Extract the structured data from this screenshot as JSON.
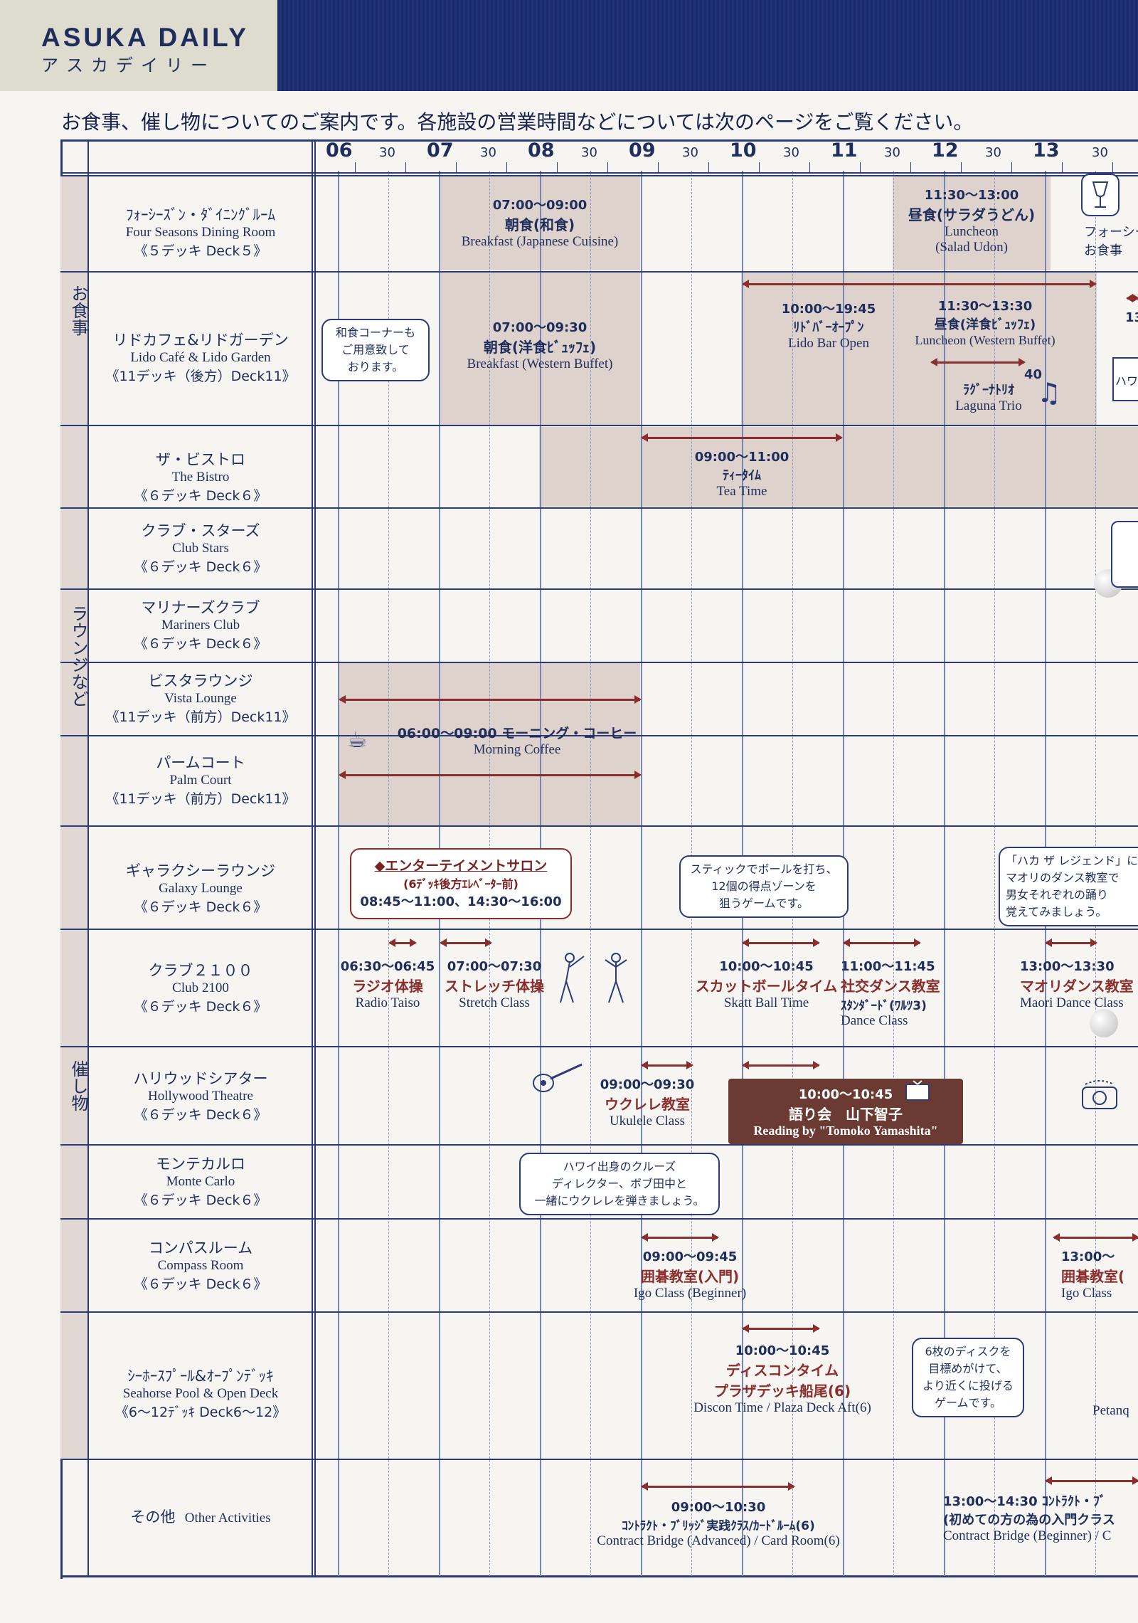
{
  "header": {
    "brand_title": "ASUKA DAILY",
    "brand_sub": "アスカデイリー"
  },
  "intro": "お食事、催し物についてのご案内です。各施設の営業時間などについては次のページをご覧ください。",
  "timeline": {
    "hours": [
      "06",
      "07",
      "08",
      "09",
      "10",
      "11",
      "12",
      "13"
    ],
    "half": "30"
  },
  "categories": {
    "dining": "お食事",
    "lounge": "ラウンジなど",
    "events": "催し物"
  },
  "venues": [
    {
      "ja": "ﾌｫｰｼｰｽﾞﾝ・ﾀﾞｲﾆﾝｸﾞﾙｰﾑ",
      "en": "Four Seasons Dining Room",
      "deck": "《５デッキ Deck５》"
    },
    {
      "ja": "リドカフェ&リドガーデン",
      "en": "Lido Café & Lido Garden",
      "deck": "《11デッキ（後方）Deck11》"
    },
    {
      "ja": "ザ・ビストロ",
      "en": "The Bistro",
      "deck": "《６デッキ Deck６》"
    },
    {
      "ja": "クラブ・スターズ",
      "en": "Club Stars",
      "deck": "《６デッキ Deck６》"
    },
    {
      "ja": "マリナーズクラブ",
      "en": "Mariners Club",
      "deck": "《６デッキ Deck６》"
    },
    {
      "ja": "ビスタラウンジ",
      "en": "Vista Lounge",
      "deck": "《11デッキ（前方）Deck11》"
    },
    {
      "ja": "パームコート",
      "en": "Palm Court",
      "deck": "《11デッキ（前方）Deck11》"
    },
    {
      "ja": "ギャラクシーラウンジ",
      "en": "Galaxy Lounge",
      "deck": "《６デッキ Deck６》"
    },
    {
      "ja": "クラブ２１００",
      "en": "Club 2100",
      "deck": "《６デッキ Deck６》"
    },
    {
      "ja": "ハリウッドシアター",
      "en": "Hollywood Theatre",
      "deck": "《６デッキ Deck６》"
    },
    {
      "ja": "モンテカルロ",
      "en": "Monte Carlo",
      "deck": "《６デッキ Deck６》"
    },
    {
      "ja": "コンパスルーム",
      "en": "Compass Room",
      "deck": "《６デッキ Deck６》"
    },
    {
      "ja": "ｼｰﾎｰｽﾌﾟｰﾙ&ｵｰﾌﾟﾝﾃﾞｯｷ",
      "en": "Seahorse Pool & Open Deck",
      "deck": "《6～12ﾃﾞｯｷ Deck6～12》"
    },
    {
      "ja": "その他",
      "en": "Other Activities",
      "deck": ""
    }
  ],
  "events": {
    "fs_breakfast": {
      "time": "07:00～09:00",
      "ja": "朝食(和食)",
      "en": "Breakfast (Japanese Cuisine)"
    },
    "fs_lunch": {
      "time": "11:30～13:00",
      "ja": "昼食(サラダうどん)",
      "en": "Luncheon",
      "en2": "(Salad Udon)"
    },
    "fs_edge": {
      "l1": "フォーシー",
      "l2": "お食事"
    },
    "lido_note": {
      "l1": "和食コーナーも",
      "l2": "ご用意致して",
      "l3": "おります。"
    },
    "lido_breakfast": {
      "time": "07:00～09:30",
      "ja": "朝食(洋食ﾋﾞｭｯﾌｪ)",
      "en": "Breakfast (Western Buffet)"
    },
    "lido_bar": {
      "time": "10:00～19:45",
      "ja": "ﾘﾄﾞﾊﾞｰｵｰﾌﾟﾝ",
      "en": "Lido Bar Open"
    },
    "lido_lunch": {
      "time": "11:30～13:30",
      "ja": "昼食(洋食ﾋﾞｭｯﾌｪ)",
      "en": "Luncheon (Western Buffet)"
    },
    "laguna": {
      "num": "40",
      "ja": "ﾗｸﾞｰﾅﾄﾘｵ",
      "en": "Laguna Trio"
    },
    "lido_edge": {
      "l1": "13",
      "l2": "ハワ"
    },
    "tea": {
      "time": "09:00～11:00",
      "ja": "ﾃｨｰﾀｲﾑ",
      "en": "Tea Time"
    },
    "coffee": {
      "time": "06:00～09:00",
      "ja": "モーニング・コーヒー",
      "en": "Morning  Coffee"
    },
    "salon": {
      "title": "◆エンターテイメントサロン",
      "sub": "(6ﾃﾞｯｷ後方ｴﾚﾍﾞｰﾀｰ前)",
      "times": "08:45～11:00、14:30～16:00"
    },
    "skatt_note": {
      "l1": "スティックでボールを打ち、",
      "l2": "12個の得点ゾーンを",
      "l3": "狙うゲームです。"
    },
    "haka_note": {
      "l1": "「ハカ ザ レジェンド」に",
      "l2": "マオリのダンス教室で",
      "l3": "男女それぞれの踊り",
      "l4": "覚えてみましょう。"
    },
    "radio": {
      "time": "06:30～06:45",
      "ja": "ラジオ体操",
      "en": "Radio Taiso"
    },
    "stretch": {
      "time": "07:00～07:30",
      "ja": "ストレッチ体操",
      "en": "Stretch Class"
    },
    "skatt": {
      "time": "10:00～10:45",
      "ja": "スカットボールタイム",
      "en": "Skatt Ball Time"
    },
    "dance": {
      "time": "11:00～11:45",
      "ja": "社交ダンス教室",
      "ja2": "ｽﾀﾝﾀﾞｰﾄﾞ(ﾜﾙﾂ3)",
      "en": "Dance Class"
    },
    "maori": {
      "time": "13:00～13:30",
      "ja": "マオリダンス教室",
      "en": "Maori Dance Class"
    },
    "ukulele": {
      "time": "09:00～09:30",
      "ja": "ウクレレ教室",
      "en": "Ukulele Class"
    },
    "reading": {
      "time": "10:00～10:45",
      "ja": "語り会　山下智子",
      "en": "Reading by \"Tomoko Yamashita\""
    },
    "ukulele_note": {
      "l1": "ハワイ出身のクルーズ",
      "l2": "ディレクター、ボブ田中と",
      "l3": "一緒にウクレレを弾きましょう。"
    },
    "igo1": {
      "time": "09:00～09:45",
      "ja": "囲碁教室(入門)",
      "en": "Igo Class (Beginner)"
    },
    "igo2": {
      "time": "13:00～",
      "ja": "囲碁教室(",
      "en": "Igo Class"
    },
    "discon": {
      "time": "10:00～10:45",
      "ja": "ディスコンタイム",
      "ja2": "プラザデッキ船尾(6)",
      "en": "Discon Time / Plaza Deck Aft(6)"
    },
    "discon_note": {
      "l1": "6枚のディスクを",
      "l2": "目標めがけて、",
      "l3": "より近くに投げる",
      "l4": "ゲームです。"
    },
    "petanque": {
      "en": "Petanq"
    },
    "bridge1": {
      "time": "09:00～10:30",
      "ja": "ｺﾝﾄﾗｸﾄ・ﾌﾞﾘｯｼﾞ実践ｸﾗｽ/ｶｰﾄﾞﾙｰﾑ(6)",
      "en": "Contract Bridge (Advanced) / Card Room(6)"
    },
    "bridge2": {
      "time": "13:00～14:30 ｺﾝﾄﾗｸﾄ・ﾌﾞ",
      "ja": "(初めての方の為の入門クラス",
      "en": "Contract Bridge (Beginner) / C"
    }
  },
  "icons": [
    "wine-glass-icon",
    "coffee-cup-icon",
    "music-note-icon",
    "guitar-icon",
    "tv-icon",
    "camera-icon",
    "stretch-figures-icon"
  ],
  "colors": {
    "navy": "#1f2d5c",
    "shade": "#d9cbc6",
    "arrow": "#8a2d2d",
    "banner": "#22327a"
  }
}
